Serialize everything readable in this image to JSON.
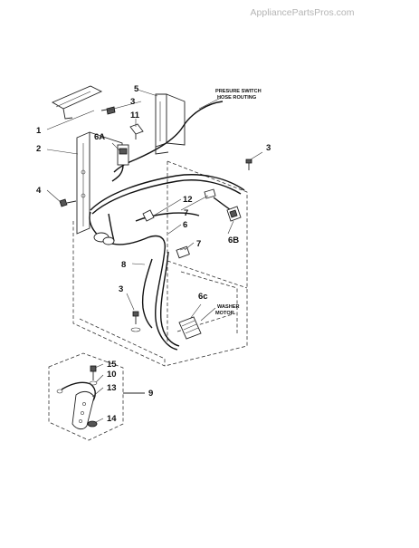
{
  "watermark": "AppliancePartsPros.com",
  "notes": {
    "pressure_switch_line1": "PRESURE SWITCH",
    "pressure_switch_line2": "HOSE ROUTING",
    "washer_motor_line1": "WASHER",
    "washer_motor_line2": "MOTOR"
  },
  "callouts": {
    "c1": "1",
    "c2": "2",
    "c3_top": "3",
    "c3_right": "3",
    "c3_bottom": "3",
    "c4": "4",
    "c5": "5",
    "c6": "6",
    "c6a": "6A",
    "c6b": "6B",
    "c6c": "6c",
    "c7_top": "7",
    "c7_mid": "7",
    "c8": "8",
    "c9": "9",
    "c10": "10",
    "c11": "11",
    "c12": "12",
    "c13": "13",
    "c14": "14",
    "c15": "15"
  }
}
